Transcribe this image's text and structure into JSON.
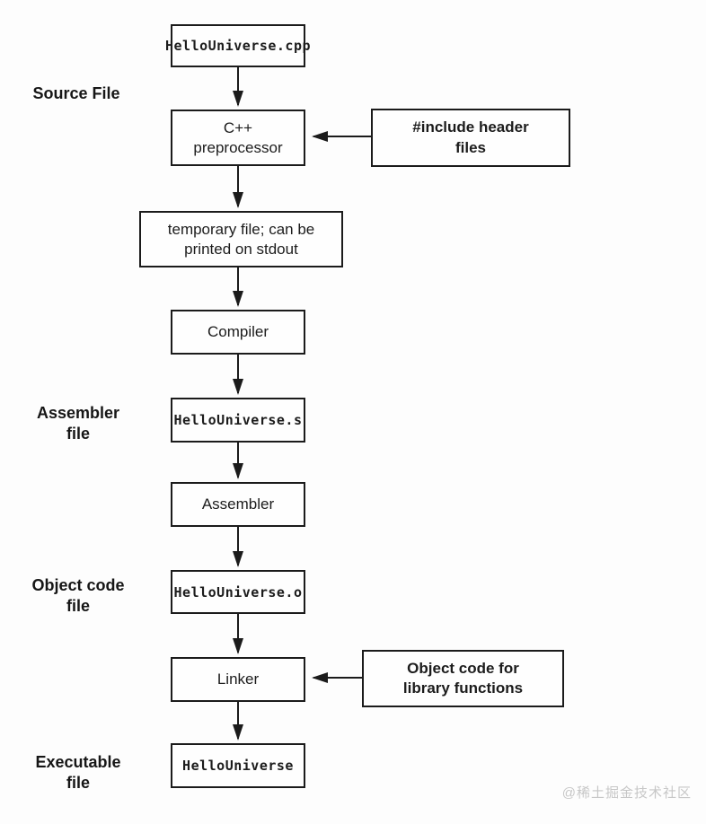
{
  "flowchart": {
    "nodes": {
      "source_file": "HelloUniverse.cpp",
      "preprocessor": "C++ preprocessor",
      "temp_file": "temporary file; can be printed on stdout",
      "compiler": "Compiler",
      "assembler_file": "HelloUniverse.s",
      "assembler": "Assembler",
      "object_file": "HelloUniverse.o",
      "linker": "Linker",
      "executable_file": "HelloUniverse"
    },
    "inputs": {
      "headers": "#include header files",
      "libraries": "Object code for library functions"
    },
    "stage_labels": {
      "source": "Source File",
      "assembler": "Assembler file",
      "object": "Object code file",
      "executable": "Executable file"
    },
    "watermark": "@稀土掘金技术社区",
    "colors": {
      "line": "#1b1b1b",
      "background": "#fdfdfd",
      "watermark": "#c7c7c7"
    }
  }
}
